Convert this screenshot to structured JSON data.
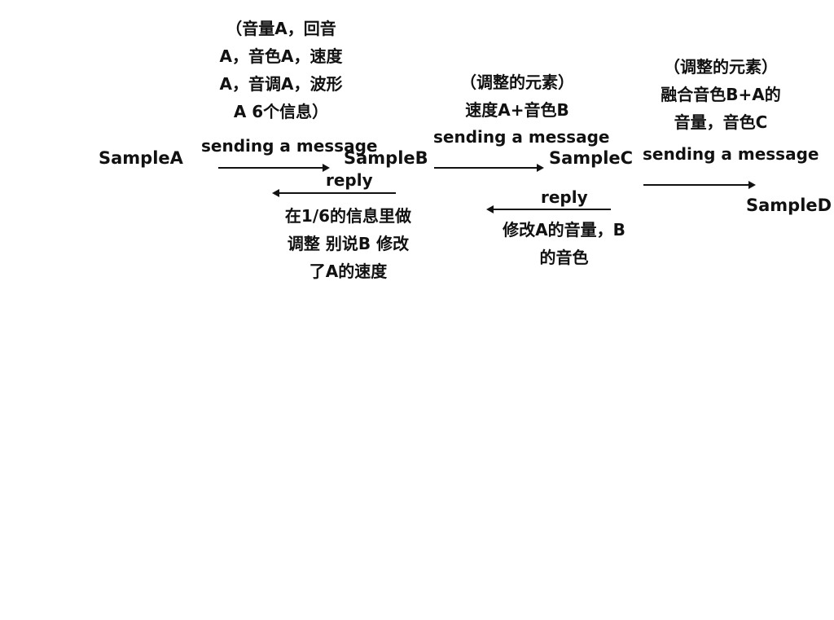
{
  "nodes": {
    "a": "SampleA",
    "b": "SampleB",
    "c": "SampleC",
    "d": "SampleD"
  },
  "edges": {
    "send_ab": "sending a message",
    "reply_ba": "reply",
    "send_bc": "sending a message",
    "reply_cb": "reply",
    "send_cd": "sending a message"
  },
  "notes": {
    "ab_info": [
      "（音量A，回音",
      "A，音色A，速度",
      "A，音调A，波形",
      "A 6个信息）"
    ],
    "ba_reply": [
      "在1/6的信息里做",
      "调整 别说B 修改",
      "了A的速度"
    ],
    "bc_info": [
      "（调整的元素）",
      "速度A+音色B"
    ],
    "cb_reply": [
      "修改A的音量，B",
      "的音色"
    ],
    "cd_info": [
      "（调整的元素）",
      "融合音色B+A的",
      "音量，音色C"
    ]
  },
  "colors": {
    "ink": "#111111",
    "background": "#ffffff"
  }
}
